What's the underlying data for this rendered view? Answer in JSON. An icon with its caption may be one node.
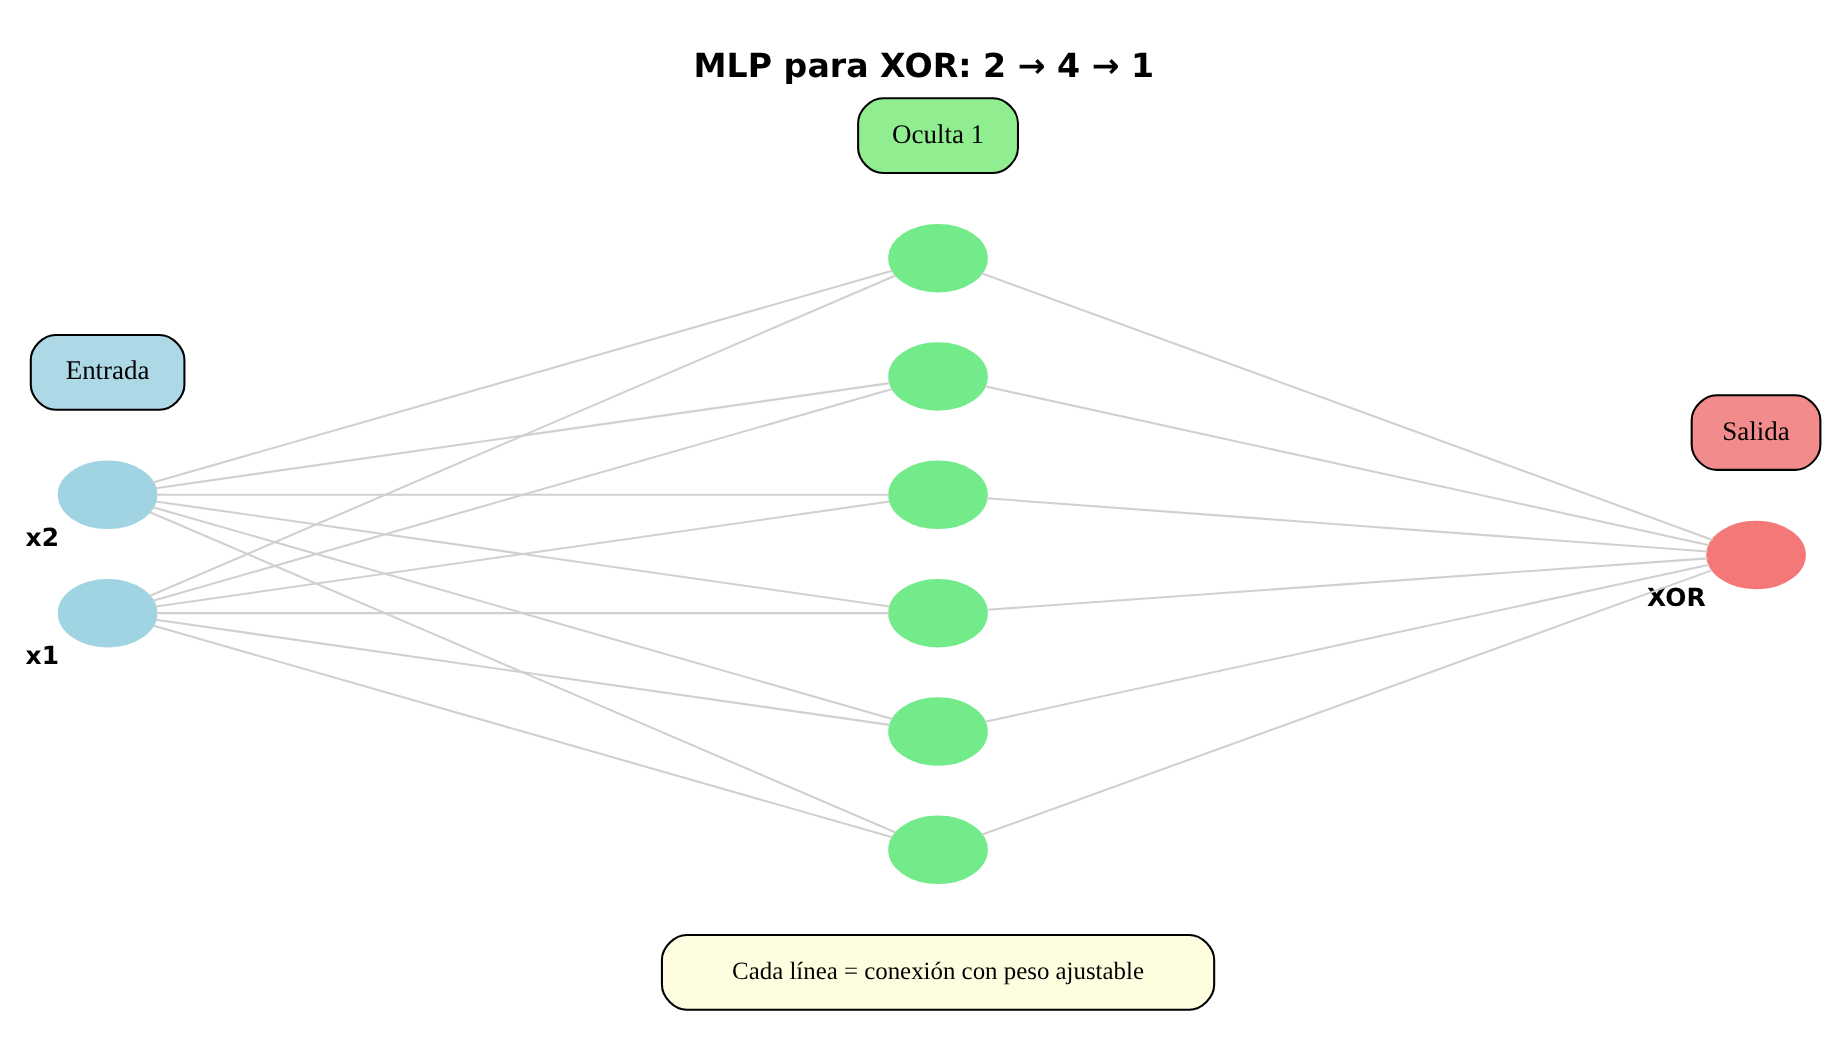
{
  "diagram": {
    "title": "MLP para XOR: 2 → 4 → 1",
    "nodes": [
      {
        "text": [
          "Entrada"
        ]
      },
      {
        "text": [
          "Oculta 1"
        ]
      },
      {
        "text": [
          "Salida"
        ]
      },
      {
        "text": [],
        "shape": "circle",
        "beside": [
          "x2"
        ]
      },
      {
        "text": [],
        "shape": "circle",
        "beside": [
          "x1"
        ]
      },
      {
        "text": [],
        "shape": "circle"
      },
      {
        "text": [],
        "shape": "circle"
      },
      {
        "text": [],
        "shape": "circle"
      },
      {
        "text": [],
        "shape": "circle"
      },
      {
        "text": [],
        "shape": "circle"
      },
      {
        "text": [],
        "shape": "circle"
      },
      {
        "text": [],
        "shape": "circle",
        "beside": [
          "XOR"
        ]
      },
      {
        "text": [
          "Cada línea = conexión con peso ajustable"
        ]
      }
    ],
    "edges": [
      {
        "from": 3,
        "to": 5,
        "arrow": "none"
      },
      {
        "from": 3,
        "to": 6,
        "arrow": "none"
      },
      {
        "from": 3,
        "to": 7,
        "arrow": "none"
      },
      {
        "from": 3,
        "to": 8,
        "arrow": "none"
      },
      {
        "from": 3,
        "to": 9,
        "arrow": "none"
      },
      {
        "from": 3,
        "to": 10,
        "arrow": "none"
      },
      {
        "from": 4,
        "to": 5,
        "arrow": "none"
      },
      {
        "from": 4,
        "to": 6,
        "arrow": "none"
      },
      {
        "from": 4,
        "to": 7,
        "arrow": "none"
      },
      {
        "from": 4,
        "to": 8,
        "arrow": "none"
      },
      {
        "from": 4,
        "to": 9,
        "arrow": "none"
      },
      {
        "from": 4,
        "to": 10,
        "arrow": "none"
      },
      {
        "from": 5,
        "to": 11,
        "arrow": "none"
      },
      {
        "from": 6,
        "to": 11,
        "arrow": "none"
      },
      {
        "from": 7,
        "to": 11,
        "arrow": "none"
      },
      {
        "from": 8,
        "to": 11,
        "arrow": "none"
      },
      {
        "from": 9,
        "to": 11,
        "arrow": "none"
      },
      {
        "from": 10,
        "to": 11,
        "arrow": "none"
      }
    ]
  }
}
